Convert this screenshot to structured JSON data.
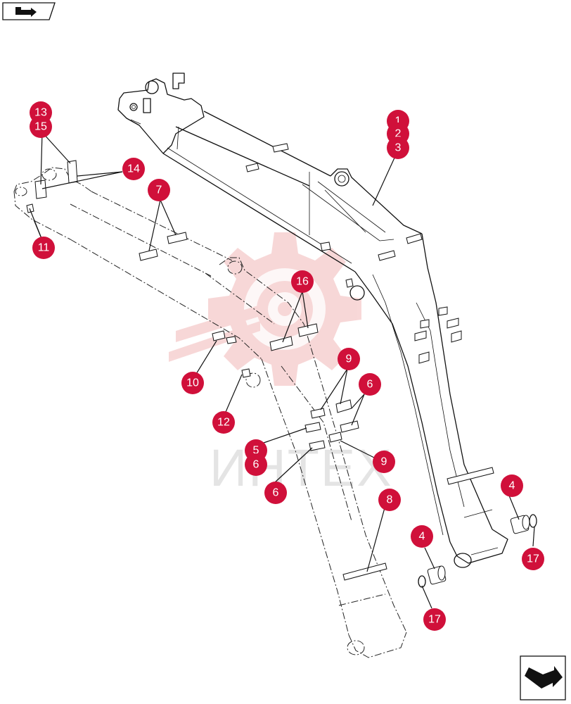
{
  "watermark": {
    "text": "ИНТЕХ",
    "color": "#f2b8b8"
  },
  "nav": {
    "prev_icon": "page-back-arrow-icon",
    "next_icon": "page-forward-arrow-icon"
  },
  "callout_color": "#d0103a",
  "callouts": [
    {
      "label": "13"
    },
    {
      "label": "15"
    },
    {
      "label": "14"
    },
    {
      "label": "11"
    },
    {
      "label": "7"
    },
    {
      "label": "1"
    },
    {
      "label": "2"
    },
    {
      "label": "3"
    },
    {
      "label": "16"
    },
    {
      "label": "10"
    },
    {
      "label": "12"
    },
    {
      "label": "9"
    },
    {
      "label": "6"
    },
    {
      "label": "5"
    },
    {
      "label": "6"
    },
    {
      "label": "6"
    },
    {
      "label": "9"
    },
    {
      "label": "8"
    },
    {
      "label": "4"
    },
    {
      "label": "4"
    },
    {
      "label": "17"
    },
    {
      "label": "17"
    }
  ]
}
